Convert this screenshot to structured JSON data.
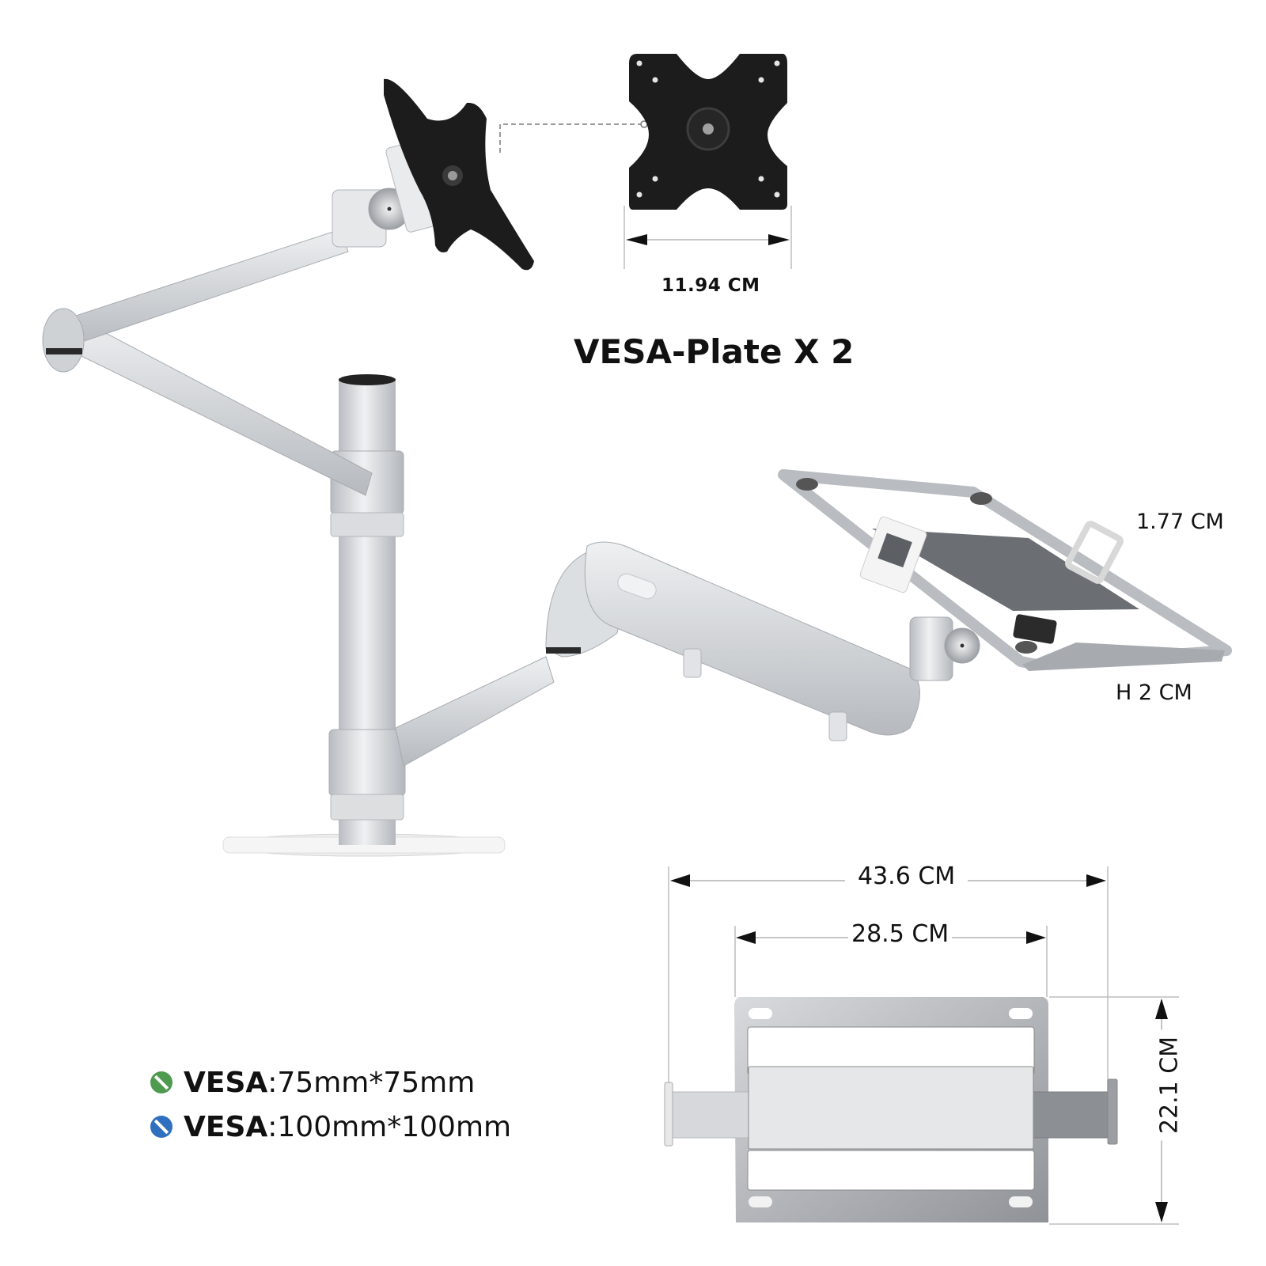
{
  "title": "VESA-Plate X 2",
  "vesa_plate": {
    "width_label": "11.94 CM"
  },
  "laptop_tray": {
    "lip_label": "1.77 CM",
    "height_label": "H 2 CM",
    "overall_width_label": "43.6 CM",
    "tray_width_label": "28.5 CM",
    "depth_label": "22.1 CM"
  },
  "legend": {
    "items": [
      {
        "key": "VESA",
        "separator": ":",
        "value": "75mm*75mm",
        "color": "#4e9a4e"
      },
      {
        "key": "VESA",
        "separator": ":",
        "value": "100mm*100mm",
        "color": "#2f6fc0"
      }
    ]
  },
  "colors": {
    "aluminum": "#c9ccd0",
    "aluminum_light": "#e6e8ea",
    "plate_black": "#1c1c1c",
    "tray_dark": "#6b6e72",
    "dimension_line": "#bdbdbd"
  }
}
